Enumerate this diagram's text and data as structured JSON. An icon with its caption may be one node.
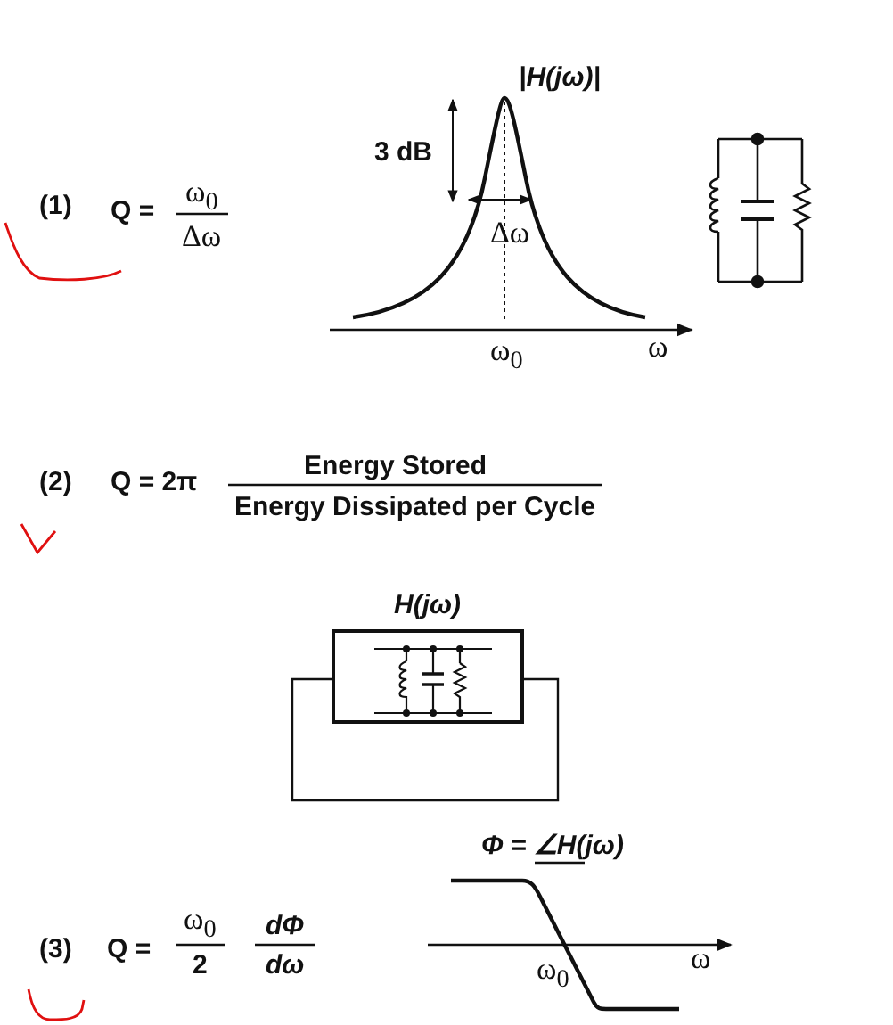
{
  "diagram": {
    "nodes": [
      {
        "text": [
          "H(jω)"
        ]
      }
    ],
    "edges": [],
    "labels": [
      "(1)",
      "Q =",
      "ω$_{0}$",
      "Δω",
      "|H(jω)|",
      "3 dB",
      "Δω",
      "ω$_{0}$",
      "ω",
      "(2)",
      "Q = 2π",
      "Energy Stored",
      "Energy Dissipated per Cycle",
      "(3)",
      "Q =",
      "ω$_{0}$",
      "2",
      "dΦ",
      "dω",
      "Φ = ∠H(jω)",
      "ω$_{0}$",
      "ω"
    ]
  }
}
